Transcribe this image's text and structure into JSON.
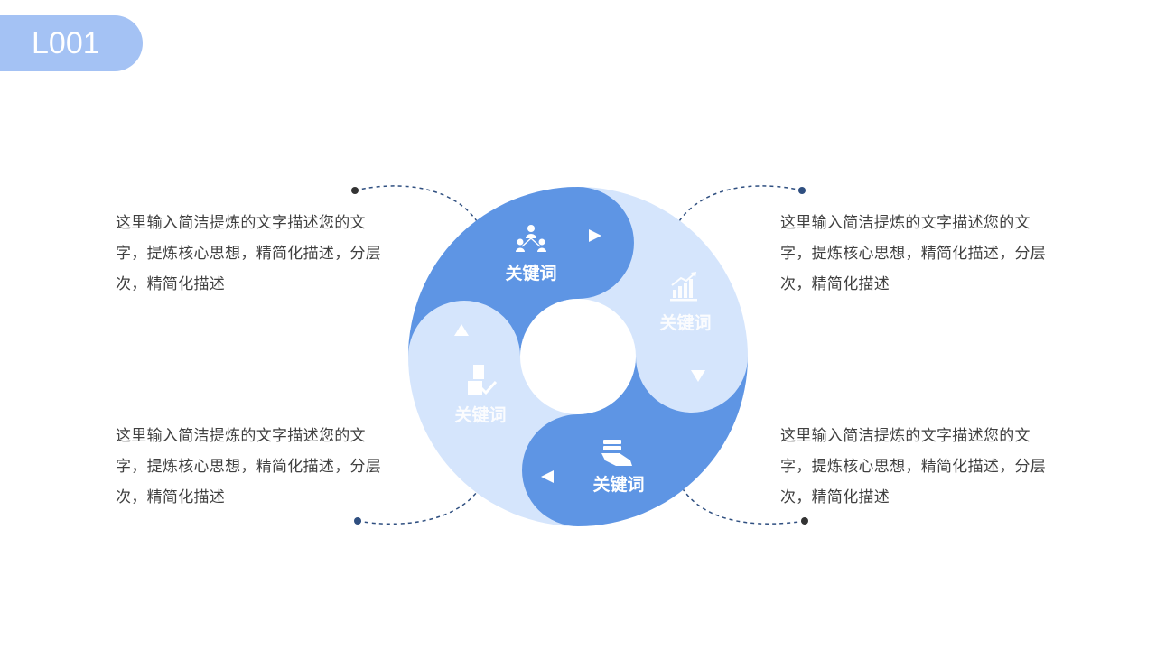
{
  "slide": {
    "tag": "L001"
  },
  "colors": {
    "accent_dark": "#5e95e4",
    "accent_light": "#d5e5fc",
    "tag_bg": "#a4c2f4",
    "connector": "#2f4f80",
    "text": "#404040"
  },
  "cycle": {
    "items": [
      {
        "label": "关键词",
        "icon": "organization-chart-icon",
        "arrow": "arrow-right-icon"
      },
      {
        "label": "关键词",
        "icon": "bar-chart-growth-icon",
        "arrow": "arrow-down-icon"
      },
      {
        "label": "关键词",
        "icon": "hand-money-icon",
        "arrow": "arrow-left-icon"
      },
      {
        "label": "关键词",
        "icon": "document-checkmark-icon",
        "arrow": "arrow-up-icon"
      }
    ]
  },
  "descriptions": {
    "top_left": "这里输入简洁提炼的文字描述您的文字，提炼核心思想，精简化描述，分层次，精简化描述",
    "top_right": "这里输入简洁提炼的文字描述您的文字，提炼核心思想，精简化描述，分层次，精简化描述",
    "bottom_left": "这里输入简洁提炼的文字描述您的文字，提炼核心思想，精简化描述，分层次，精简化描述",
    "bottom_right": "这里输入简洁提炼的文字描述您的文字，提炼核心思想，精简化描述，分层次，精简化描述"
  }
}
